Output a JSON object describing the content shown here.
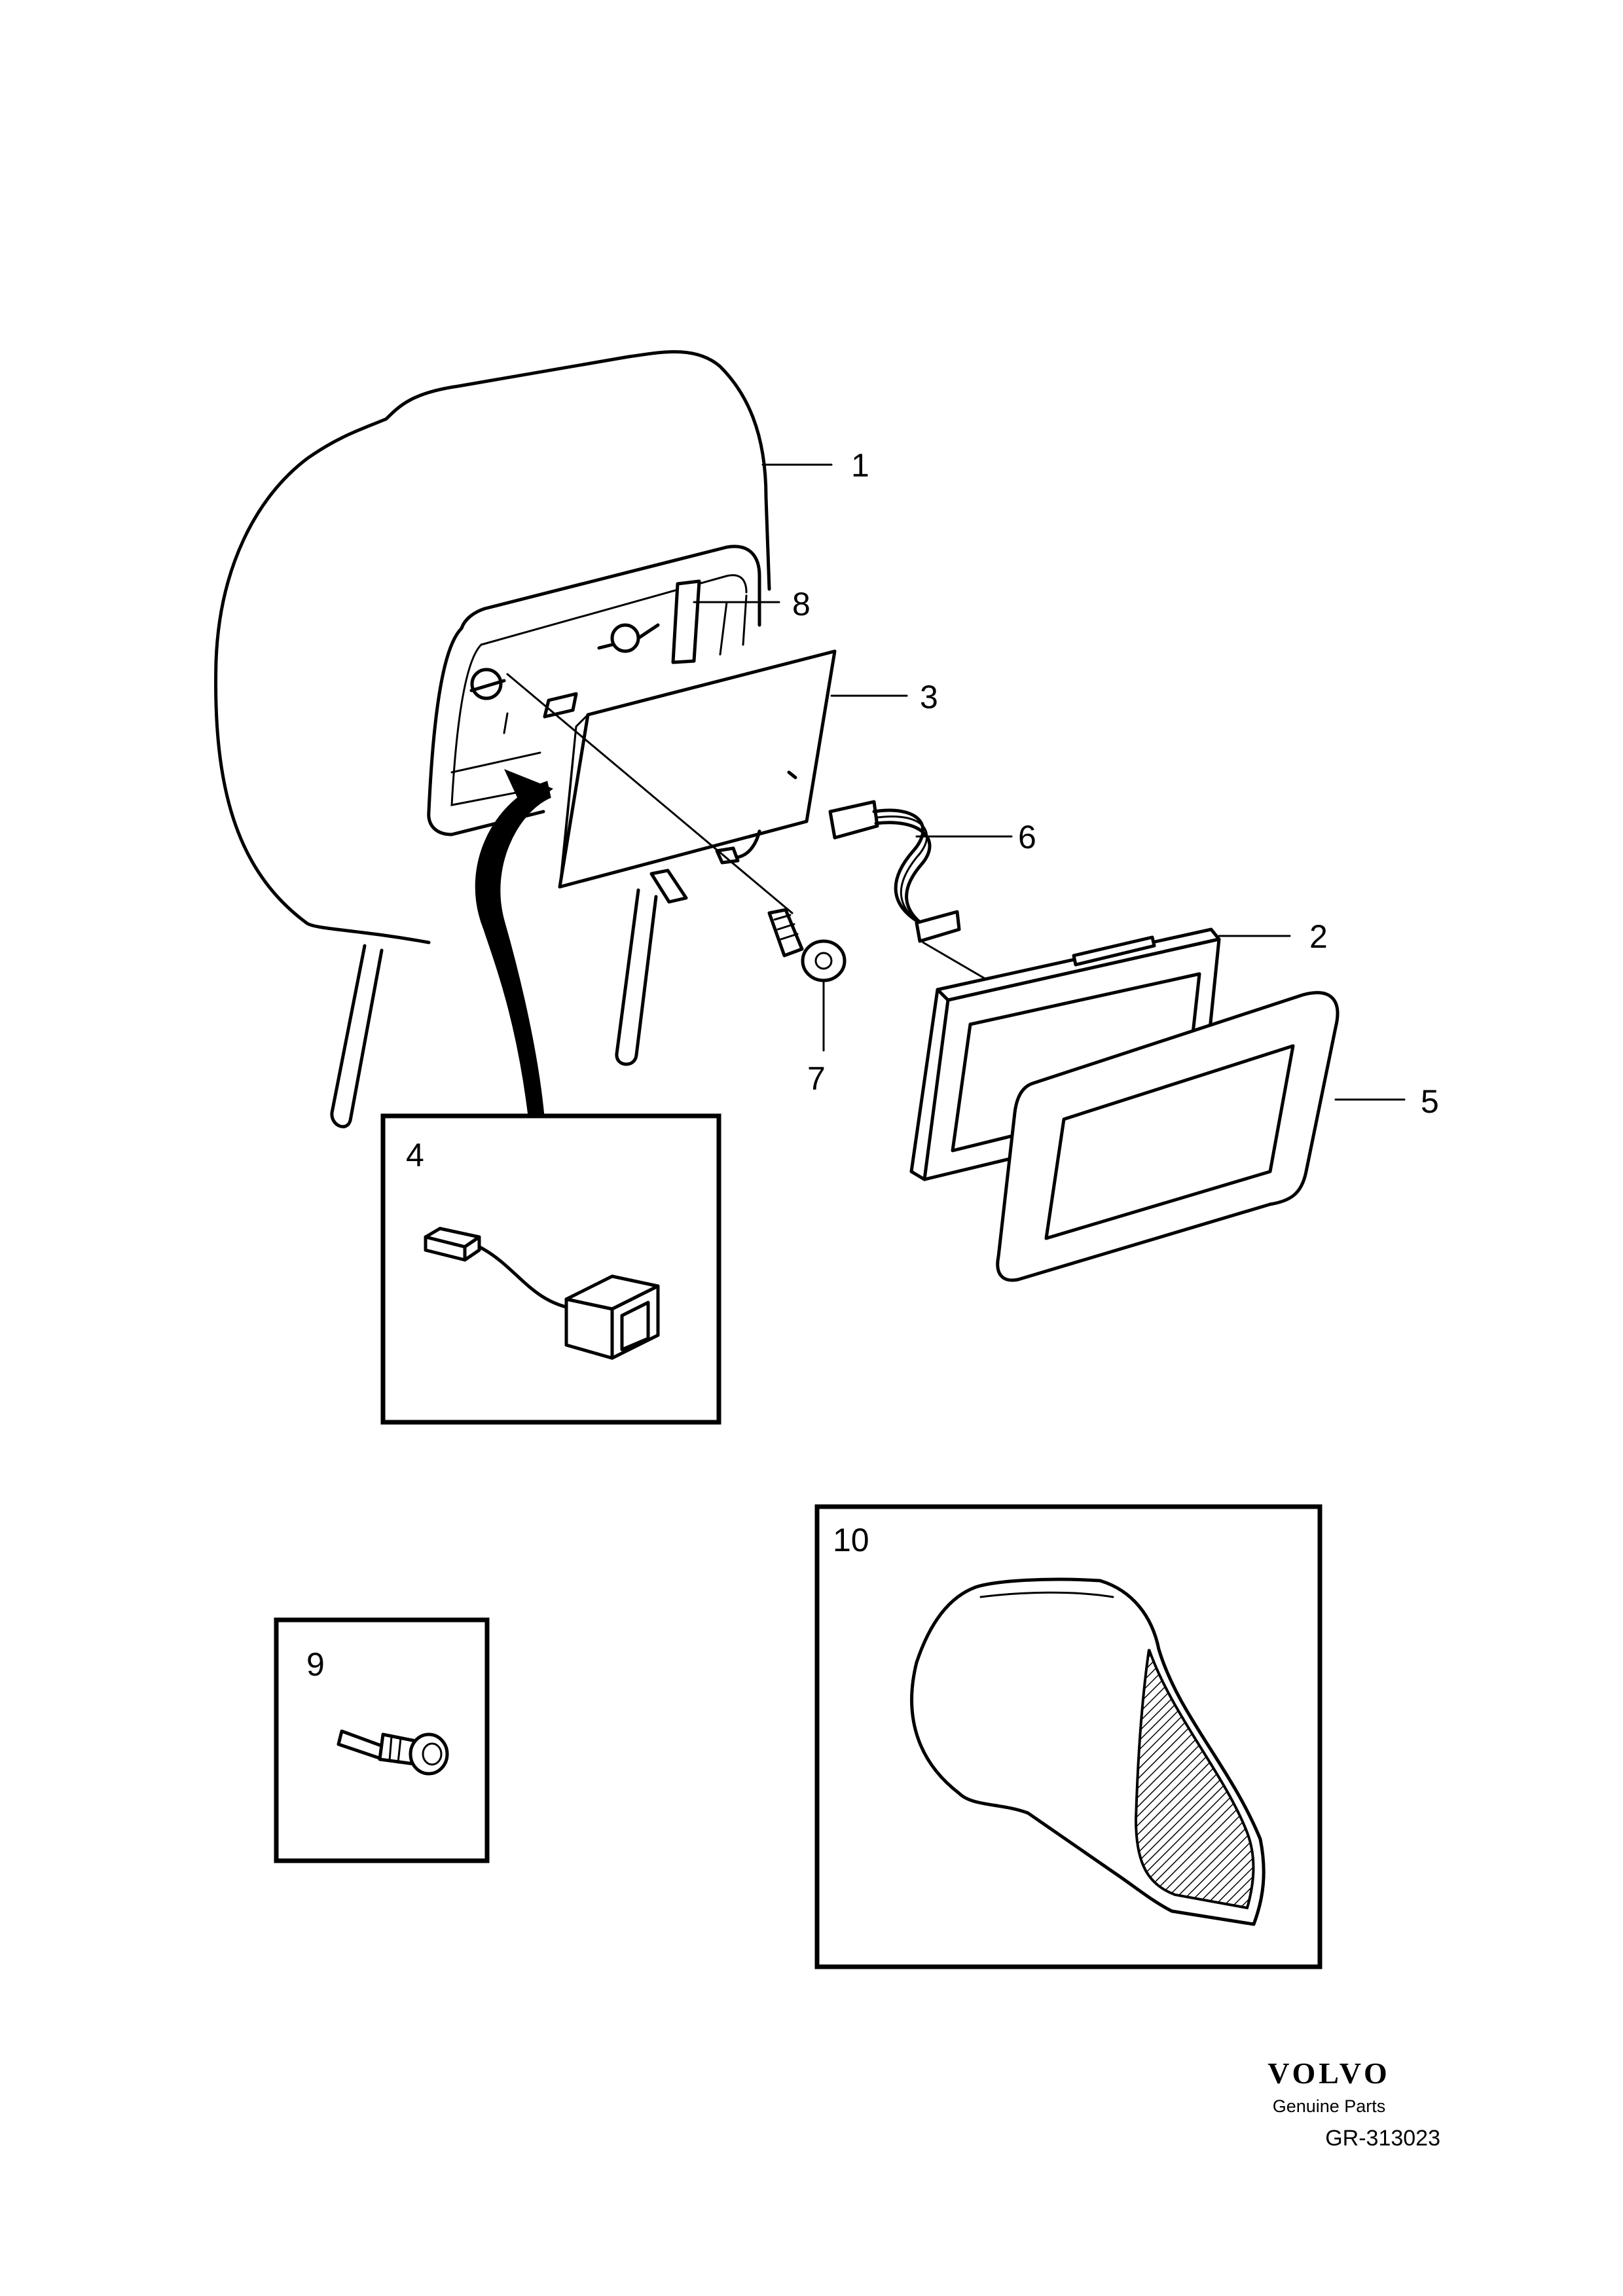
{
  "callouts": {
    "c1": "1",
    "c2": "2",
    "c3": "3",
    "c4": "4",
    "c5": "5",
    "c6": "6",
    "c7": "7",
    "c8": "8",
    "c9": "9",
    "c10": "10"
  },
  "brand": {
    "logo": "VOLVO",
    "tagline": "Genuine Parts",
    "reference": "GR-313023"
  }
}
